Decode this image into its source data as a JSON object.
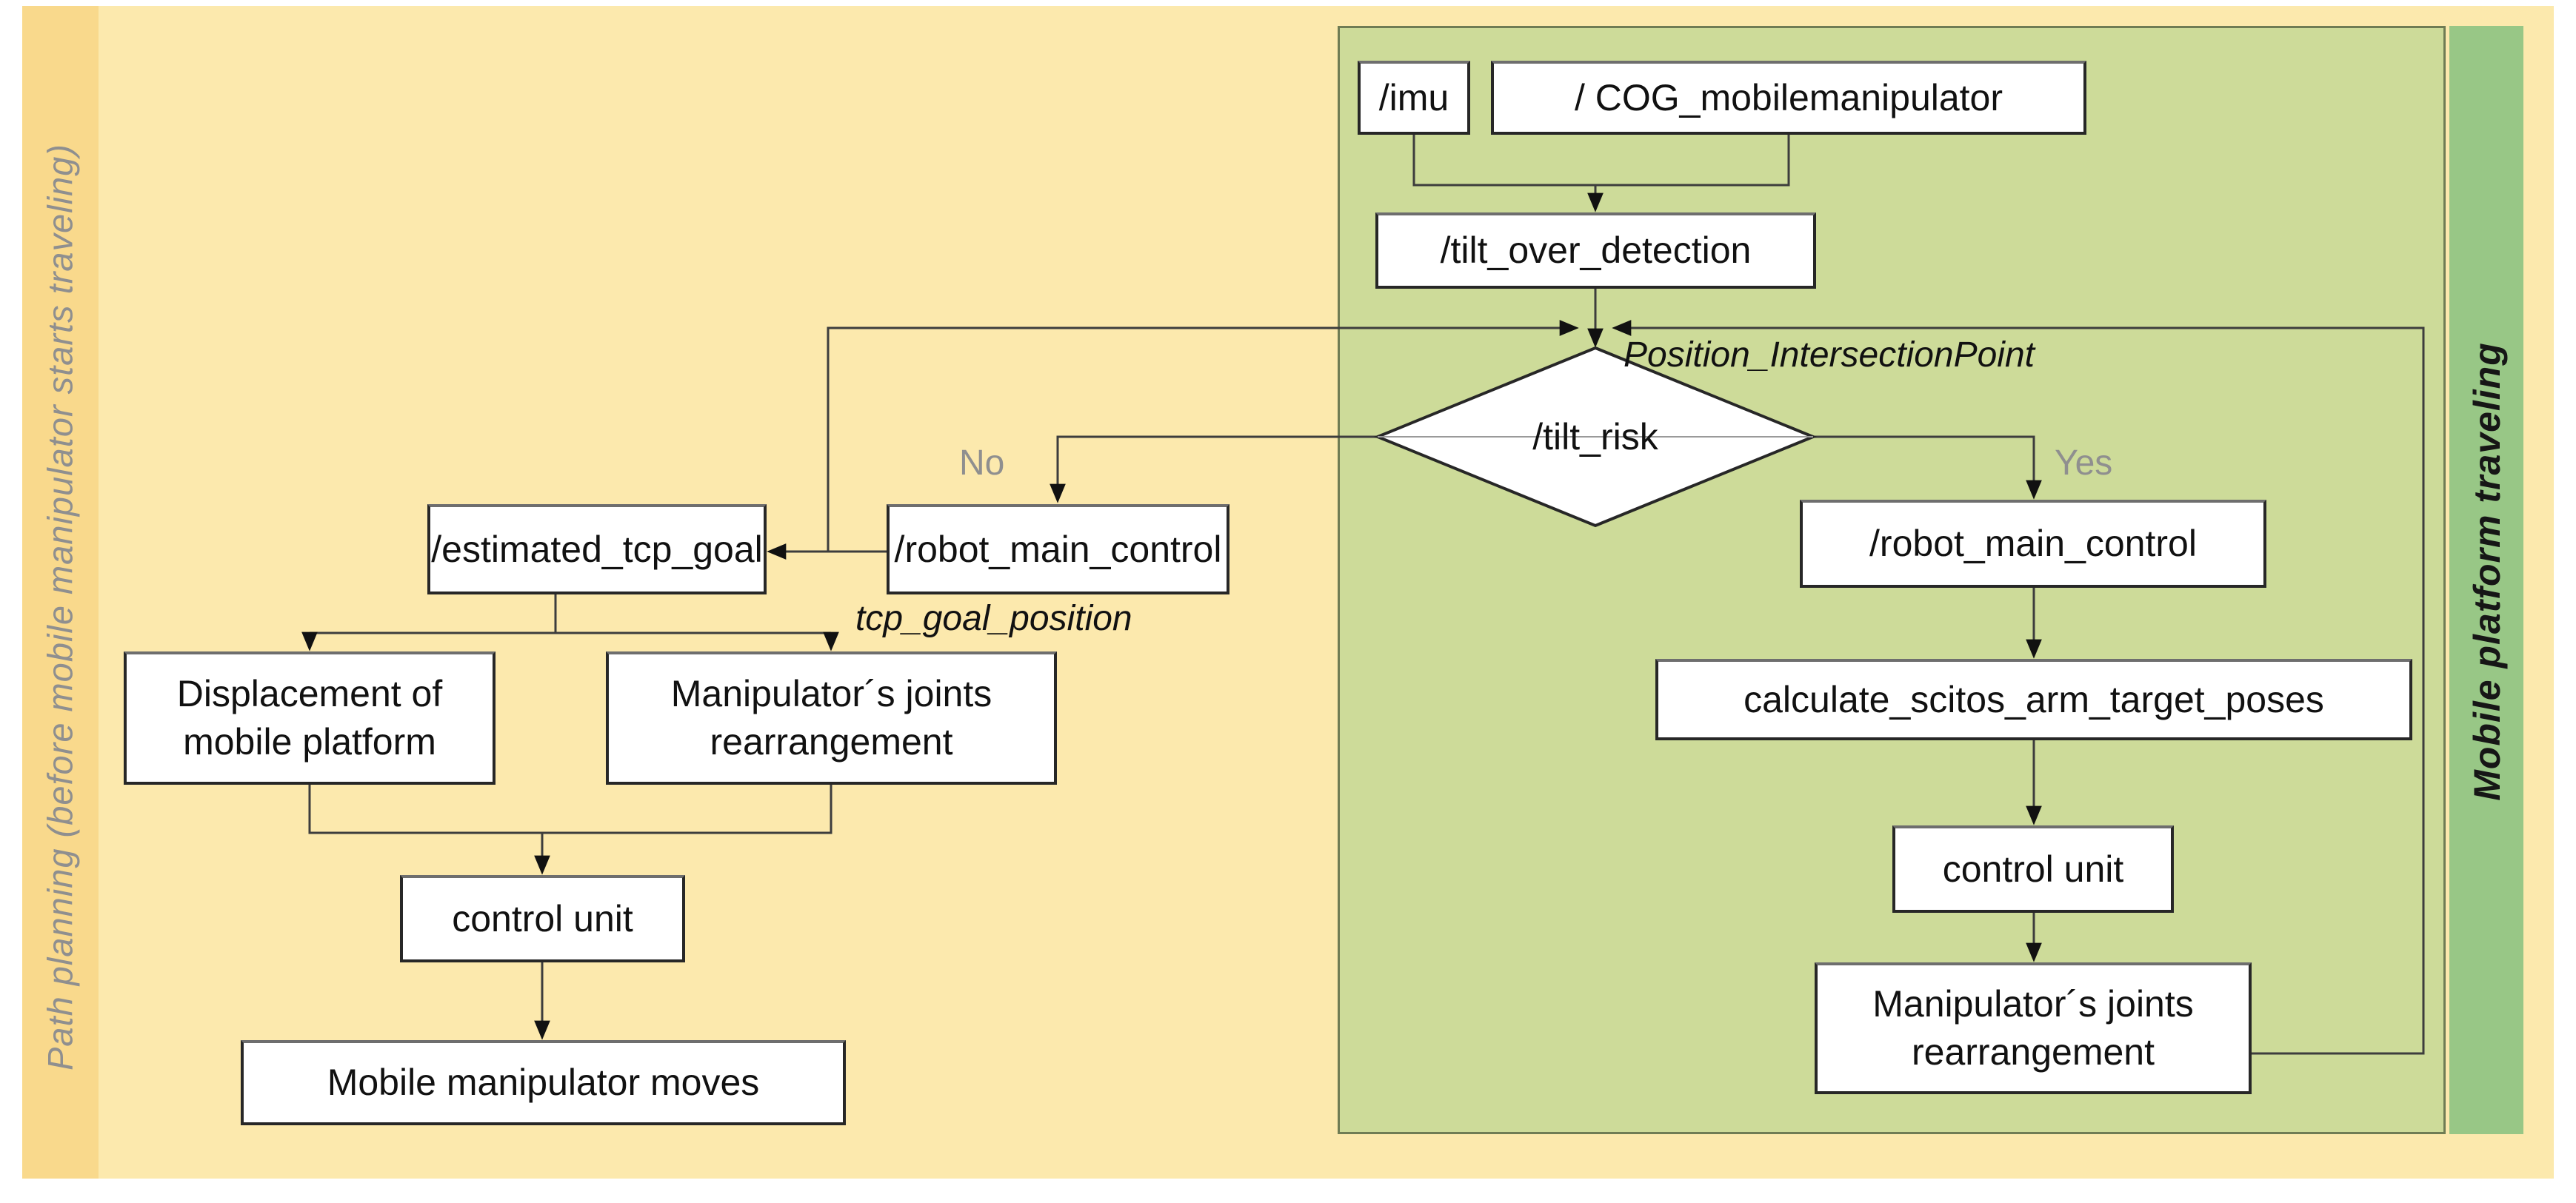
{
  "regions": {
    "left_strip_label": "Path planning (before mobile manipulator starts traveling)",
    "right_strip_label": "Mobile platform traveling"
  },
  "nodes": {
    "imu": "/imu",
    "cog": "/ COG_mobilemanipulator",
    "tilt_over_detection": "/tilt_over_detection",
    "tilt_risk": "/tilt_risk",
    "estimated_tcp_goal": "/estimated_tcp_goal",
    "robot_main_control_left": "/robot_main_control",
    "displacement_mobile_platform": "Displacement of mobile platform",
    "manipulators_joints_left": "Manipulator´s joints rearrangement",
    "control_unit_left": "control unit",
    "mobile_manipulator_moves": "Mobile manipulator moves",
    "robot_main_control_right": "/robot_main_control",
    "calculate_scitos_arm_target_poses": "calculate_scitos_arm_target_poses",
    "control_unit_right": "control unit",
    "manipulators_joints_right": "Manipulator´s joints rearrangement"
  },
  "edge_labels": {
    "position_intersection_point": "Position_IntersectionPoint",
    "tcp_goal_position": "tcp_goal_position",
    "no": "No",
    "yes": "Yes"
  },
  "colors": {
    "page_bg": "#ffffff",
    "outer_yellow": "#fce9ad",
    "left_strip_yellow": "#f9d98c",
    "green_region": "#cddb99",
    "green_strip": "#98c786",
    "region_border": "#6f7c54",
    "line": "#3d3d3d",
    "box_border": "#272727",
    "muted_label": "#8f8f8f",
    "text": "#111111"
  }
}
